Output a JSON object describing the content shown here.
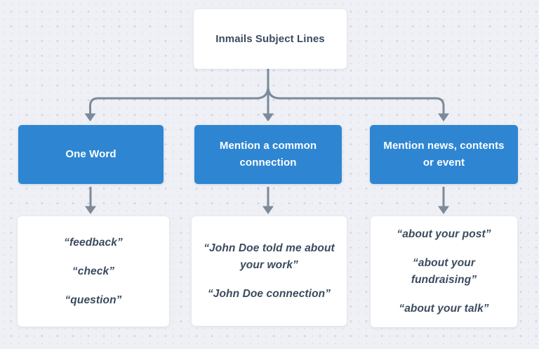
{
  "root": {
    "label": "Inmails Subject Lines"
  },
  "branches": [
    {
      "label": "One Word",
      "examples": [
        "“feedback”",
        "“check”",
        "“question”"
      ]
    },
    {
      "label": "Mention a common connection",
      "examples": [
        "“John Doe told me about your work”",
        "“John Doe connection”"
      ]
    },
    {
      "label": "Mention news, contents or event",
      "examples": [
        "“about your post”",
        "“about your fundraising”",
        "“about your talk”"
      ]
    }
  ],
  "colors": {
    "node-blue": "#2e86d2",
    "arrow": "#7c8a99",
    "text-dark": "#3b4b5e",
    "bg": "#eef0f5",
    "dot-big": "#d2d6e0",
    "dot-small": "#dfe2e9"
  }
}
